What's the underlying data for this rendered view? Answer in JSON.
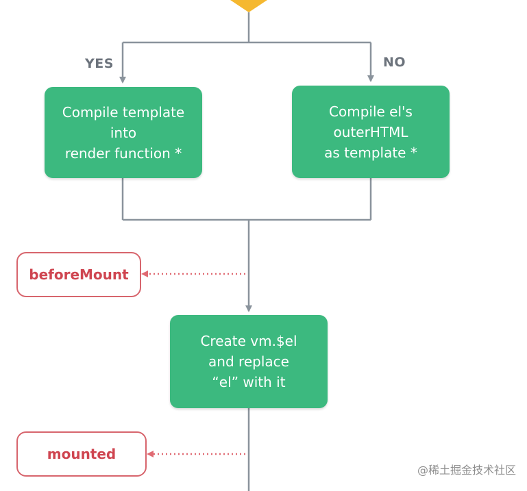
{
  "branches": {
    "yes_label": "YES",
    "no_label": "NO"
  },
  "nodes": {
    "compile_template": "Compile template\ninto\nrender function *",
    "compile_outer_html": "Compile el's\nouterHTML\nas template *",
    "create_vm_el": "Create vm.$el\nand replace\n“el” with it"
  },
  "hooks": {
    "before_mount": "beforeMount",
    "mounted": "mounted"
  },
  "watermark": "@稀土掘金技术社区",
  "colors": {
    "node_fill": "#3cb97f",
    "hook_border": "#d7656d",
    "hook_text": "#cf4550",
    "connector": "#8a939c",
    "hook_connector": "#e06a72",
    "decision_diamond": "#f5b830"
  }
}
